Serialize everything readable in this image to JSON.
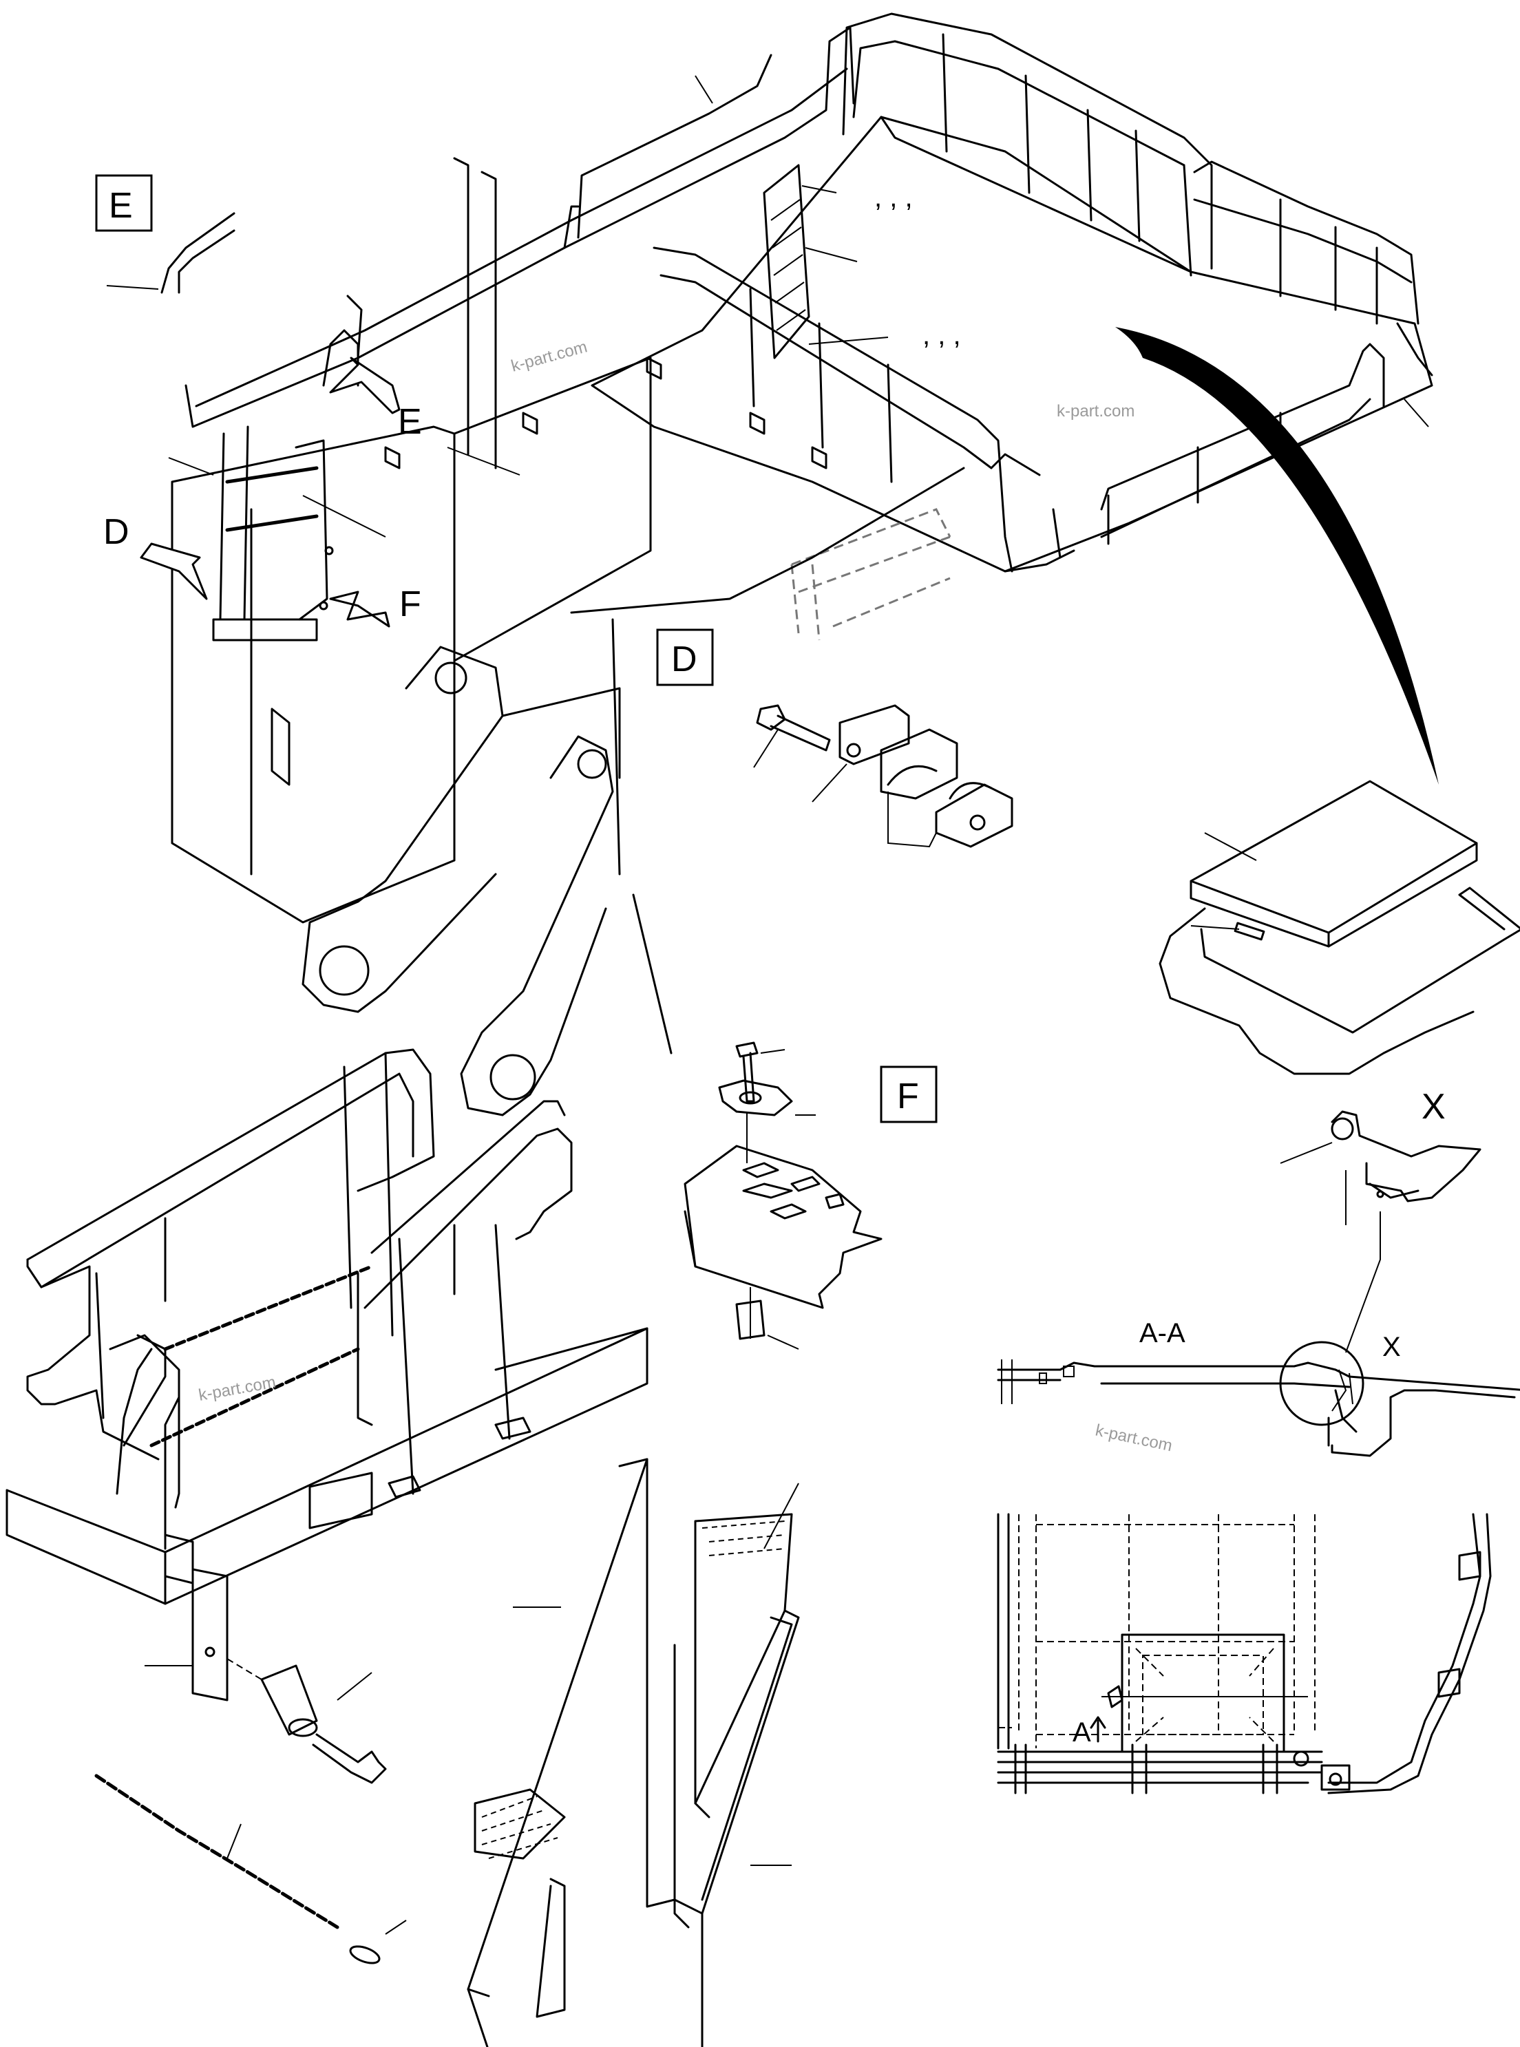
{
  "labels": {
    "view_e": "E",
    "view_d": "D",
    "view_f": "F",
    "view_x": "X",
    "arrow_e": "E",
    "arrow_d": "D",
    "arrow_f": "F",
    "section_aa": "A-A",
    "detail_x": "X",
    "section_arrow_a": "A"
  },
  "commas": {
    "row1": ",  ,  ,",
    "row2": ",  ,  ,"
  },
  "watermarks": [
    "k-part.com",
    "k-part.com",
    "k-part.com",
    "k-part.com"
  ],
  "colors": {
    "line": "#000000",
    "watermark": "#9a9a9a",
    "ghost": "#777777",
    "background": "#ffffff"
  }
}
